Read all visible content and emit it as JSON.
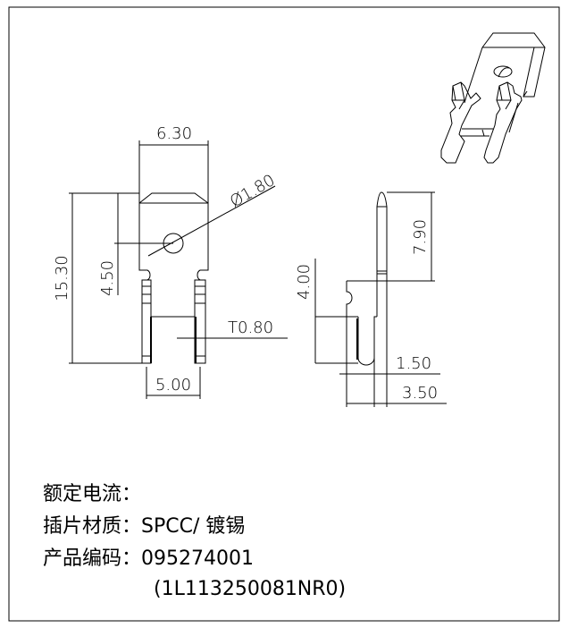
{
  "dimensions": {
    "width_top": "6.30",
    "diameter_hole": "Ø1.80",
    "total_height": "15.30",
    "hole_offset": "4.50",
    "thickness": "T0.80",
    "pin_spacing": "5.00",
    "pin_length": "7.90",
    "slot_depth": "4.00",
    "slot_width": "1.50",
    "side_width": "3.50"
  },
  "info": {
    "rated_current_label": "额定电流：",
    "material_label": "插片材质：",
    "material_value": "SPCC/ 镀锡",
    "code_label": "产品编码：",
    "code_value": "095274001",
    "code_alt": "(1L113250081NR0)"
  }
}
